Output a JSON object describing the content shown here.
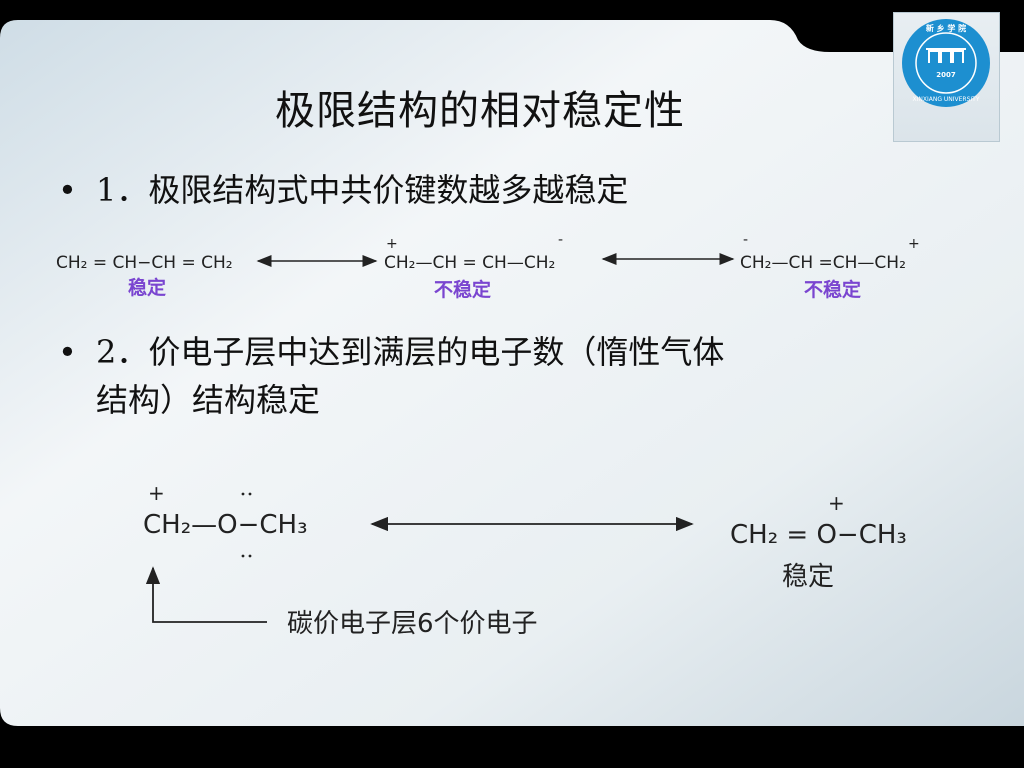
{
  "slide": {
    "title": "极限结构的相对稳定性",
    "bullet_char": "•",
    "bullet1": "1．极限结构式中共价键数越多越稳定",
    "bullet2_line1": "2．价电子层中达到满层的电子数（惰性气体",
    "bullet2_line2": "结构）结构稳定"
  },
  "logo": {
    "year": "2007",
    "ring_text": "XINXIANG UNIVERSITY",
    "ring_chinese": "新 乡 学 院"
  },
  "diagram1": {
    "left": "CH₂ = CH−CH = CH₂",
    "left_label": "稳定",
    "middle": "CH₂—CH = CH—CH₂",
    "middle_label": "不稳定",
    "right": "CH₂—CH =CH—CH₂",
    "right_label": "不稳定",
    "charge_plus": "+",
    "charge_minus": "-"
  },
  "diagram2": {
    "left": "CH₂—O−CH₃",
    "right": "CH₂ = O−CH₃",
    "right_label": "稳定",
    "note": "碳价电子层6个价电子",
    "charge_plus": "+"
  },
  "colors": {
    "accent_label": "#7a45d0",
    "background_frame": "#000000",
    "panel": "#e6edf1"
  }
}
